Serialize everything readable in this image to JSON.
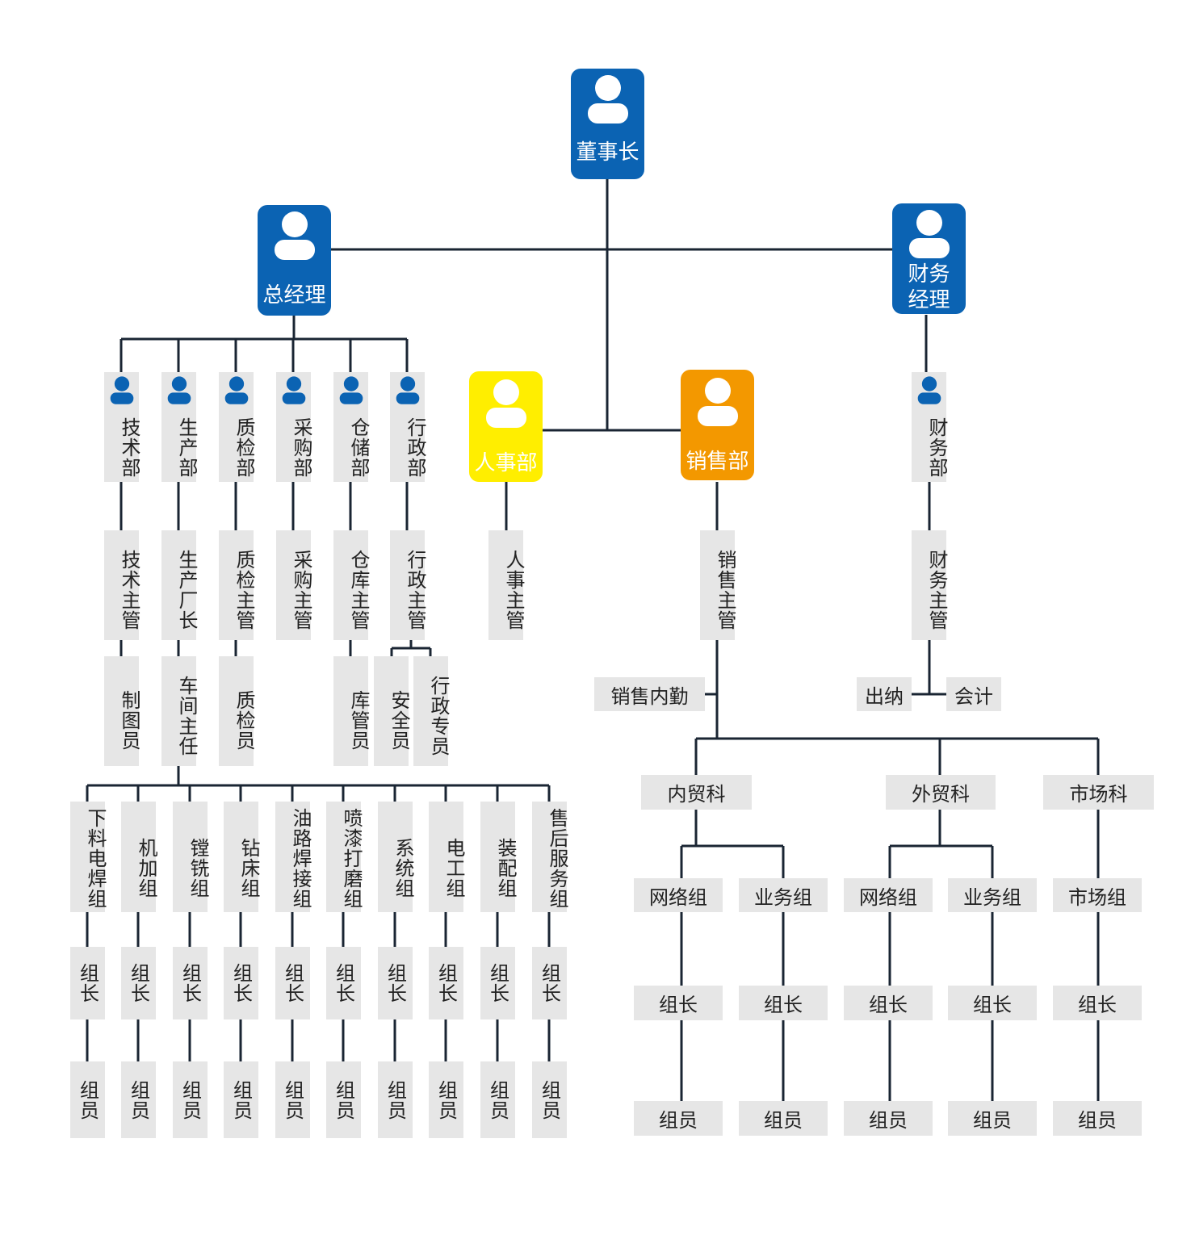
{
  "colors": {
    "primary": "#0b63b3",
    "hr": "#ffee00",
    "sales": "#f39800",
    "box": "#e6e6e6",
    "line": "#1a2533"
  },
  "icons": {
    "person": "person-icon"
  },
  "top": {
    "chairman": "董事长",
    "gm": "总经理",
    "finance_mgr": "财务经理",
    "hr": "人事部",
    "sales": "销售部"
  },
  "gm_depts": [
    {
      "dept": "技术部",
      "head": "技术主管",
      "staff": [
        "制图员"
      ]
    },
    {
      "dept": "生产部",
      "head": "生产厂长",
      "staff": [
        "车间主任"
      ]
    },
    {
      "dept": "质检部",
      "head": "质检主管",
      "staff": [
        "质检员"
      ]
    },
    {
      "dept": "采购部",
      "head": "采购主管",
      "staff": []
    },
    {
      "dept": "仓储部",
      "head": "仓库主管",
      "staff": [
        "库管员"
      ]
    },
    {
      "dept": "行政部",
      "head": "行政主管",
      "staff": [
        "安全员",
        "行政专员"
      ]
    }
  ],
  "hr_head": "人事主管",
  "finance": {
    "dept": "财务部",
    "head": "财务主管",
    "left": "出纳",
    "right": "会计"
  },
  "sales_side": {
    "head": "销售主管",
    "assistant": "销售内勤"
  },
  "workshop_groups": [
    {
      "name": "下料电焊组",
      "leader": "组长",
      "member": "组员"
    },
    {
      "name": "机加组",
      "leader": "组长",
      "member": "组员"
    },
    {
      "name": "镗铣组",
      "leader": "组长",
      "member": "组员"
    },
    {
      "name": "钻床组",
      "leader": "组长",
      "member": "组员"
    },
    {
      "name": "油路焊接组",
      "leader": "组长",
      "member": "组员"
    },
    {
      "name": "喷漆打磨组",
      "leader": "组长",
      "member": "组员"
    },
    {
      "name": "系统组",
      "leader": "组长",
      "member": "组员"
    },
    {
      "name": "电工组",
      "leader": "组长",
      "member": "组员"
    },
    {
      "name": "装配组",
      "leader": "组长",
      "member": "组员"
    },
    {
      "name": "售后服务组",
      "leader": "组长",
      "member": "组员"
    }
  ],
  "sales_sections": [
    {
      "name": "内贸科",
      "groups": [
        {
          "name": "网络组",
          "leader": "组长",
          "member": "组员"
        },
        {
          "name": "业务组",
          "leader": "组长",
          "member": "组员"
        }
      ]
    },
    {
      "name": "外贸科",
      "groups": [
        {
          "name": "网络组",
          "leader": "组长",
          "member": "组员"
        },
        {
          "name": "业务组",
          "leader": "组长",
          "member": "组员"
        }
      ]
    },
    {
      "name": "市场科",
      "groups": [
        {
          "name": "市场组",
          "leader": "组长",
          "member": "组员"
        }
      ]
    }
  ]
}
